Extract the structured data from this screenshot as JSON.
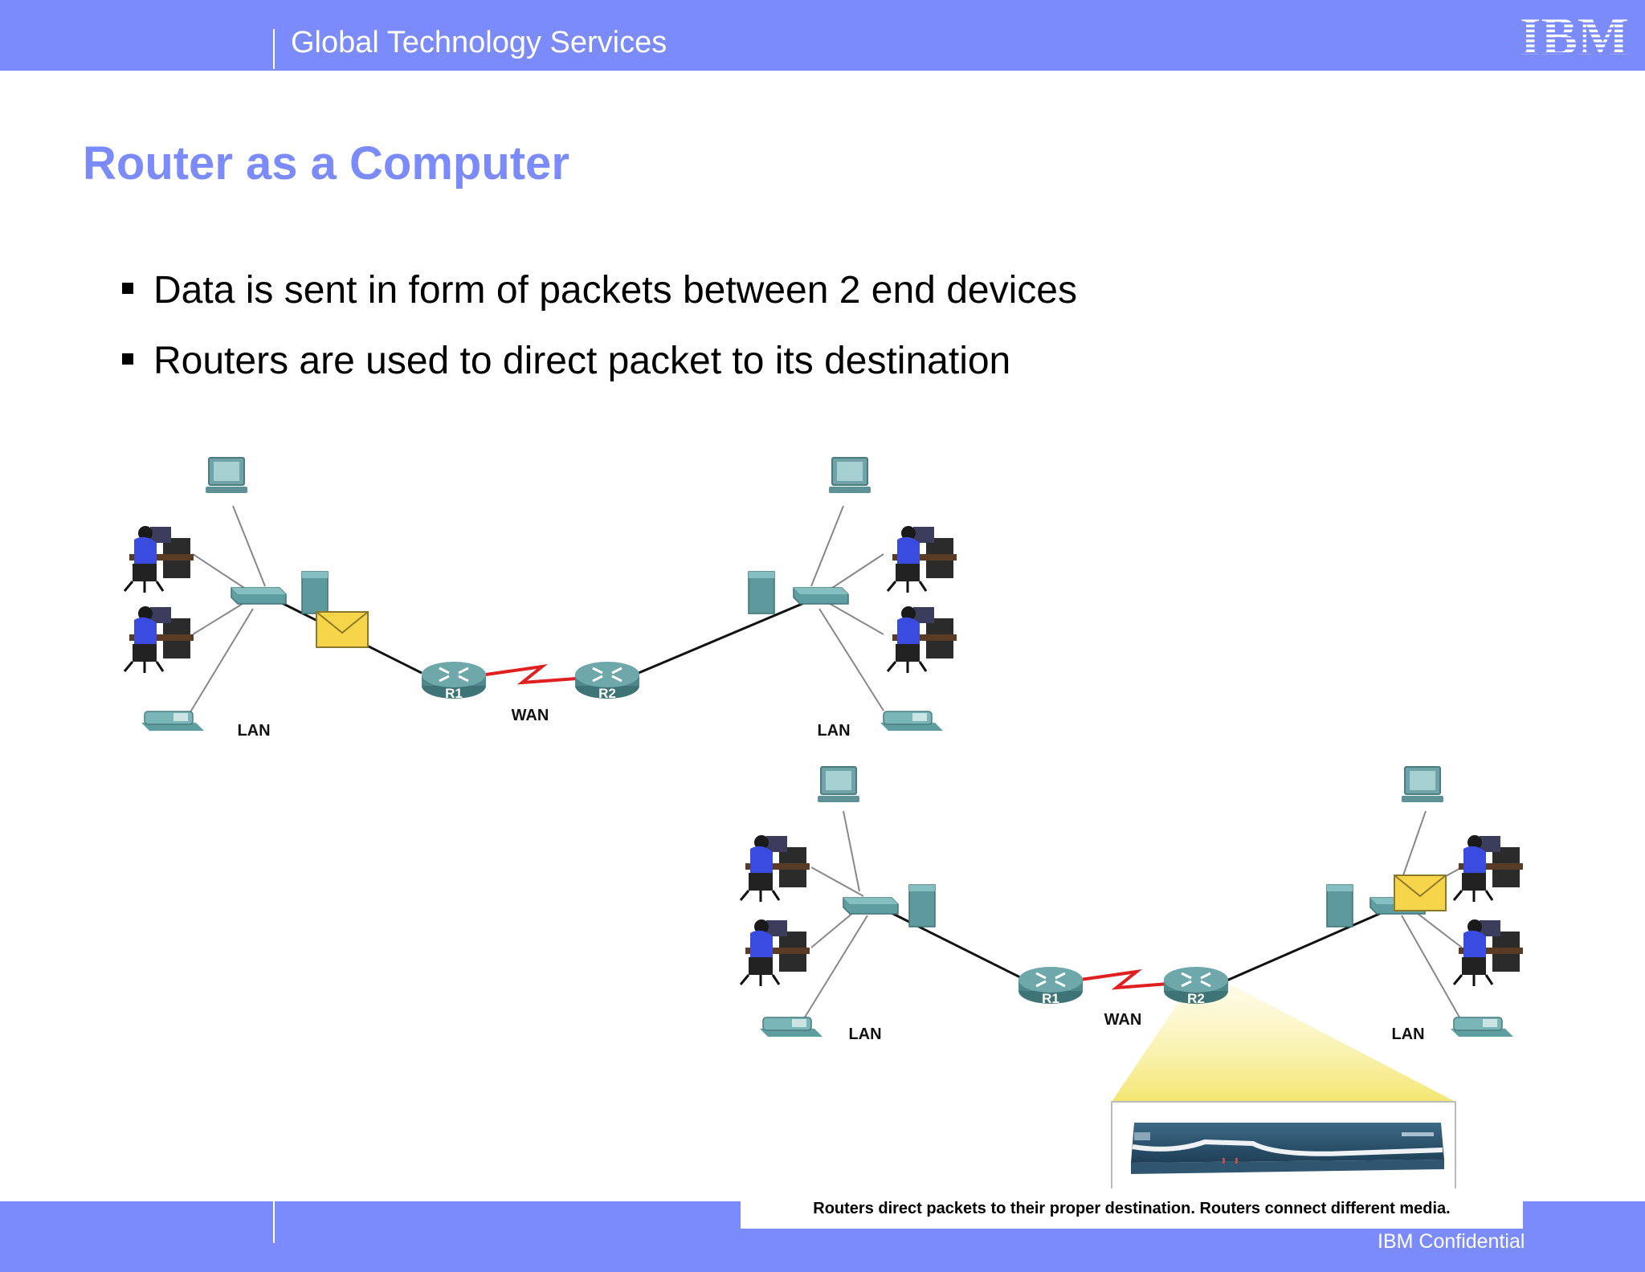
{
  "header": {
    "service_name": "Global Technology Services",
    "logo_text": "IBM",
    "brand_color": "#7b8bfb"
  },
  "slide": {
    "title": "Router as a Computer",
    "bullets": [
      "Data is sent in form of packets between 2 end devices",
      "Routers are used to direct packet to its destination"
    ]
  },
  "diagram_top": {
    "lan_left": "LAN",
    "lan_right": "LAN",
    "wan": "WAN",
    "router_1": "R1",
    "router_2": "R2"
  },
  "diagram_bottom": {
    "lan_left": "LAN",
    "lan_right": "LAN",
    "wan": "WAN",
    "router_1": "R1",
    "router_2": "R2",
    "caption": "Routers direct packets to their proper destination. Routers connect different media."
  },
  "footer": {
    "confidential": "IBM Confidential"
  }
}
